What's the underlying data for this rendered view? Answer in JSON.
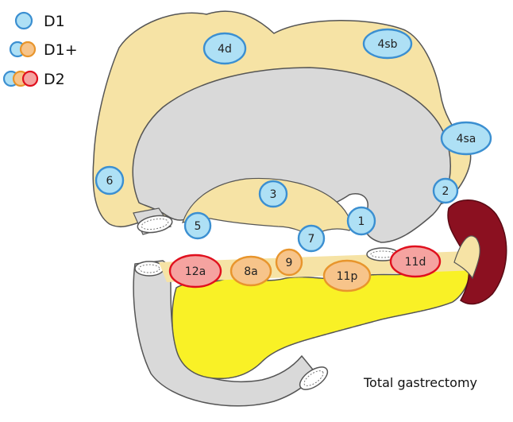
{
  "legend": [
    {
      "label": "D1",
      "levels": [
        "d1"
      ]
    },
    {
      "label": "D1+",
      "levels": [
        "d1",
        "d1plus"
      ]
    },
    {
      "label": "D2",
      "levels": [
        "d1",
        "d1plus",
        "d2"
      ]
    }
  ],
  "caption": "Total gastrectomy",
  "colors": {
    "d1": {
      "fill": "#aee0f5",
      "stroke": "#3b8fd1"
    },
    "d1plus": {
      "fill": "#f7c48a",
      "stroke": "#e8952c"
    },
    "d2": {
      "fill": "#f5a3a0",
      "stroke": "#e0101e"
    },
    "omentum": "#f6e3a5",
    "stomach": "#d9d9d9",
    "pancreas": "#f9f126",
    "spleen": "#8b1020",
    "outline": "#555555"
  },
  "nodes": [
    {
      "id": "4d",
      "label": "4d",
      "level": "d1"
    },
    {
      "id": "4sb",
      "label": "4sb",
      "level": "d1"
    },
    {
      "id": "4sa",
      "label": "4sa",
      "level": "d1"
    },
    {
      "id": "6",
      "label": "6",
      "level": "d1"
    },
    {
      "id": "3",
      "label": "3",
      "level": "d1"
    },
    {
      "id": "2",
      "label": "2",
      "level": "d1"
    },
    {
      "id": "5",
      "label": "5",
      "level": "d1"
    },
    {
      "id": "1",
      "label": "1",
      "level": "d1"
    },
    {
      "id": "7",
      "label": "7",
      "level": "d1"
    },
    {
      "id": "9",
      "label": "9",
      "level": "d1plus"
    },
    {
      "id": "8a",
      "label": "8a",
      "level": "d1plus"
    },
    {
      "id": "11p",
      "label": "11p",
      "level": "d1plus"
    },
    {
      "id": "12a",
      "label": "12a",
      "level": "d2"
    },
    {
      "id": "11d",
      "label": "11d",
      "level": "d2"
    }
  ]
}
